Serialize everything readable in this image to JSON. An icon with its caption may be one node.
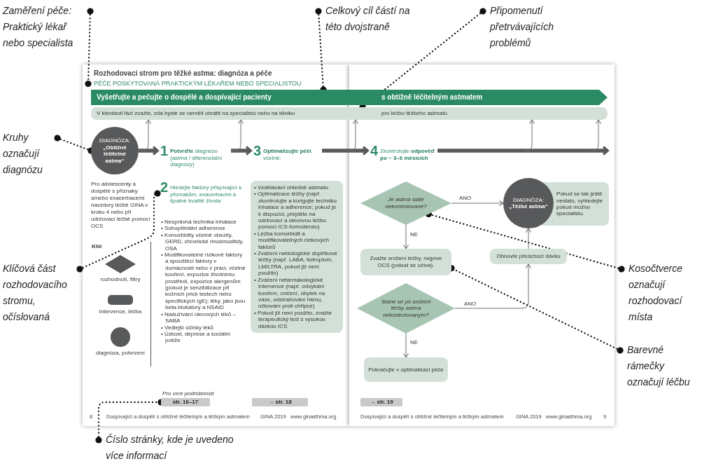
{
  "diagram": {
    "nodes": [
      {
        "text": [
          "Zaměření péče: Praktický lékař nebo specialista"
        ]
      },
      {
        "text": [
          "Celkový cíl částí na této dvojstraně"
        ]
      },
      {
        "text": [
          "Připomenutí přetrvávajících problémů"
        ]
      },
      {
        "text": [
          "Kruhy označují diagnózu"
        ]
      },
      {
        "text": [
          "Klíčová část rozhodovacího stromu, očíslovaná"
        ]
      },
      {
        "text": [
          "Kosočtverce označují rozhodovací místa"
        ]
      },
      {
        "text": [
          "Barevné rámečky označují léčbu"
        ]
      },
      {
        "text": [
          "Číslo stránky, kde je uvedeno více informací"
        ]
      },
      {
        "text": [
          "PÉČE POSKYTOVANÁ PRAKTICKÝM LÉKAŘEM NEBO SPECIALISTOU"
        ]
      },
      {
        "text": [
          "Vyšetřujte a pečujte o dospělé a dospívající pacienty",
          "s obtížně léčitelným astmatem"
        ]
      },
      {
        "text": [
          "V kterékoli fázi zvažte, zda byste se neměli obrátit na specialistu nebo na kliniku",
          "pro léčbu těžkého astmatu"
        ]
      },
      {
        "text": [
          "DIAGNÓZA:",
          "„Obtížně léčitelné astma“"
        ]
      },
      {
        "text": [
          "1",
          "**Potvrďte** diagnózu (astma / diferenciální diagnózy)"
        ]
      },
      {
        "text": [
          "3",
          "**Optimalizujte péči**, včetně:"
        ]
      },
      {
        "text": [
          "4",
          "Zkontrolujte **odpověď po ~ 3–6 měsících**"
        ]
      },
      {
        "text": [
          "2",
          "Hledejte faktory přispívající k příznakům, exacerbacím a špatné kvalitě života:"
        ]
      },
      {
        "text": [
          "• Vzdělávání ohledně astmatu",
          "• Optimalizace léčby (např. zkontrolujte a korigujte techniku inhalace a adherence; pokud je k dispozici, přejděte na udržovací a úlevovou léčbu pomocí ICS-formoterolu)",
          "• Léčba komorbidit a modifikovatelných rizikových faktorů",
          "• Zvážení nebiologické doplňkové léčby (např. LABA, tiotropium, LM/LTRA, pokud již není použito)",
          "• Zvážení nefarmakologické intervence (např. odvykání kouření, cvičení, úbytek na váze, odstraňování hlenu, očkování proti chřipce)",
          "• Pokud již není použito, zvažte terapeutický test s vysokou dávkou ICS"
        ]
      },
      {
        "text": [
          "Klíč"
        ]
      },
      {
        "text": [
          "Je astma stále nekontrolované?"
        ]
      },
      {
        "text": [
          "DIAGNÓZA:",
          "„Těžké astma“"
        ]
      },
      {
        "text": [
          "Pokud se tak ještě nestalo, vyhledejte pokud možno specialistu."
        ]
      },
      {
        "text": [
          "Zvažte snížení léčby, nejprve OCS (pokud se užívá)."
        ]
      },
      {
        "text": [
          "Obnovte předchozí dávku"
        ]
      },
      {
        "text": [
          "Stane se po snížení léčby astma nekontrolovaným?"
        ]
      },
      {
        "text": [
          "Pokračujte v optimalizaci péče"
        ]
      },
      {
        "text": [
          "str. 16–17"
        ],
        "beside": [
          "Pro více podrobností"
        ]
      },
      {
        "text": [
          "→ str. 18"
        ]
      },
      {
        "text": [
          "→ str. 19"
        ]
      }
    ],
    "edges": [
      {
        "from": 0,
        "to": 8,
        "arrow": "other",
        "style": "dashed",
        "color": "#111111"
      },
      {
        "from": 1,
        "to": 9,
        "arrow": "other",
        "style": "dashed",
        "color": "#111111"
      },
      {
        "from": 2,
        "to": 10,
        "arrow": "other",
        "style": "dashed",
        "color": "#111111"
      },
      {
        "from": 3,
        "to": 11,
        "arrow": "other",
        "style": "dashed",
        "color": "#111111"
      },
      {
        "from": 4,
        "to": 15,
        "arrow": "other",
        "style": "dashed",
        "color": "#111111"
      },
      {
        "from": 5,
        "to": 18,
        "arrow": "other",
        "style": "dashed",
        "color": "#111111"
      },
      {
        "from": 6,
        "to": 21,
        "arrow": "other",
        "style": "dashed",
        "color": "#111111"
      },
      {
        "from": 7,
        "to": 25,
        "arrow": "other",
        "style": "dashed",
        "color": "#111111"
      },
      {
        "from": 11,
        "to": 12,
        "arrow": "to",
        "style": "thick"
      },
      {
        "from": 12,
        "to": 13,
        "arrow": "to",
        "style": "thick"
      },
      {
        "from": 13,
        "to": 14,
        "arrow": "to",
        "style": "thick"
      },
      {
        "from": 14,
        "to": null,
        "arrow": "to",
        "style": "thick"
      },
      {
        "from": 11,
        "to": 10,
        "arrow": "to"
      },
      {
        "from": 12,
        "to": 10,
        "arrow": "to"
      },
      {
        "from": null,
        "to": 10,
        "arrow": "to"
      },
      {
        "from": null,
        "to": 10,
        "arrow": "to"
      },
      {
        "from": null,
        "to": 10,
        "arrow": "to"
      },
      {
        "from": 18,
        "to": 19,
        "arrow": "to",
        "label": "ANO"
      },
      {
        "from": 18,
        "to": 21,
        "arrow": "to",
        "label": "NE"
      },
      {
        "from": 23,
        "to": 22,
        "arrow": "to",
        "label": "ANO"
      },
      {
        "from": 22,
        "to": 19,
        "arrow": "to"
      },
      {
        "from": 23,
        "to": 24,
        "arrow": "to",
        "label": "NE"
      }
    ],
    "labels": [
      "Rozhodovací strom pro těžké astma: diagnóza a péče",
      "Pro adolescenty a dospělé s příznaky a/nebo exacerbacemi navzdory léčbě GINA v kroku 4 nebo při udržovací léčbě pomocí OCS",
      "• Nesprávná technika inhalace",
      "• Suboptimální adherence",
      "• Komorbidity včetně obezity, GERD, chronické rinosinusitidy, OSA",
      "• Modifikovatelné rizikové faktory a spouštěcí faktory v domácnosti nebo v práci, včetně kouření, expozice životnímu prostředí, expozice alergenům (pokud je senzibilizace při kožních prick testech nebo specifických IgE); léky, jako jsou beta-blokátory a NSAID",
      "• Nadužívání úlevových léků – SABA",
      "• Vedlejší účinky léků",
      "• Úzkost, deprese a sociální potíže",
      "8",
      "Dospívající a dospělí s obtížně léčitelným a těžkým astmatem",
      "GINA 2019",
      "www.ginasthma.org",
      "Dospívající a dospělí s obtížně léčitelným a těžkým astmatem",
      "GINA 2019",
      "www.ginasthma.org",
      "9"
    ],
    "legend": [
      {
        "text": "rozhodnutí, filtry"
      },
      {
        "text": "intervence, léčba"
      },
      {
        "text": "diagnóza, potvrzení"
      }
    ]
  }
}
